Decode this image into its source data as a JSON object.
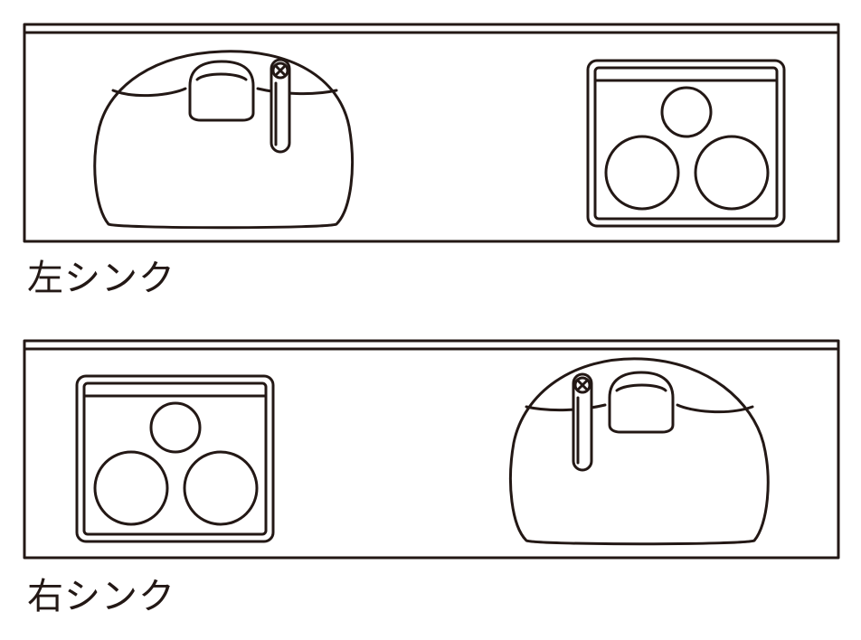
{
  "colors": {
    "line": "#231815",
    "background": "#ffffff"
  },
  "layouts": [
    {
      "caption": "左シンク",
      "sink_position": "left",
      "stove_position": "right"
    },
    {
      "caption": "右シンク",
      "sink_position": "right",
      "stove_position": "left"
    }
  ]
}
